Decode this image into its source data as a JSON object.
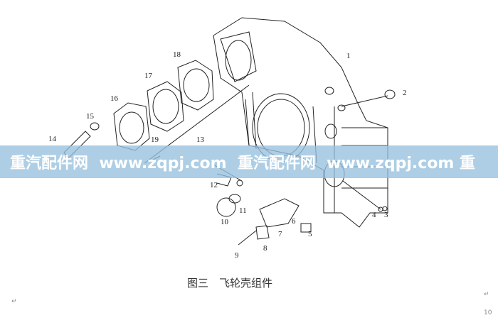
{
  "figure": {
    "caption": "图三　飞轮壳组件",
    "callouts": [
      "1",
      "2",
      "3",
      "4",
      "5",
      "6",
      "7",
      "8",
      "9",
      "10",
      "11",
      "12",
      "13",
      "14",
      "15",
      "16",
      "17",
      "18",
      "19"
    ]
  },
  "watermark": {
    "text": "重汽配件网  www.zqpj.com  重汽配件网  www.zqpj.com 重"
  },
  "page": {
    "number": "10",
    "return_mark": "↵"
  }
}
